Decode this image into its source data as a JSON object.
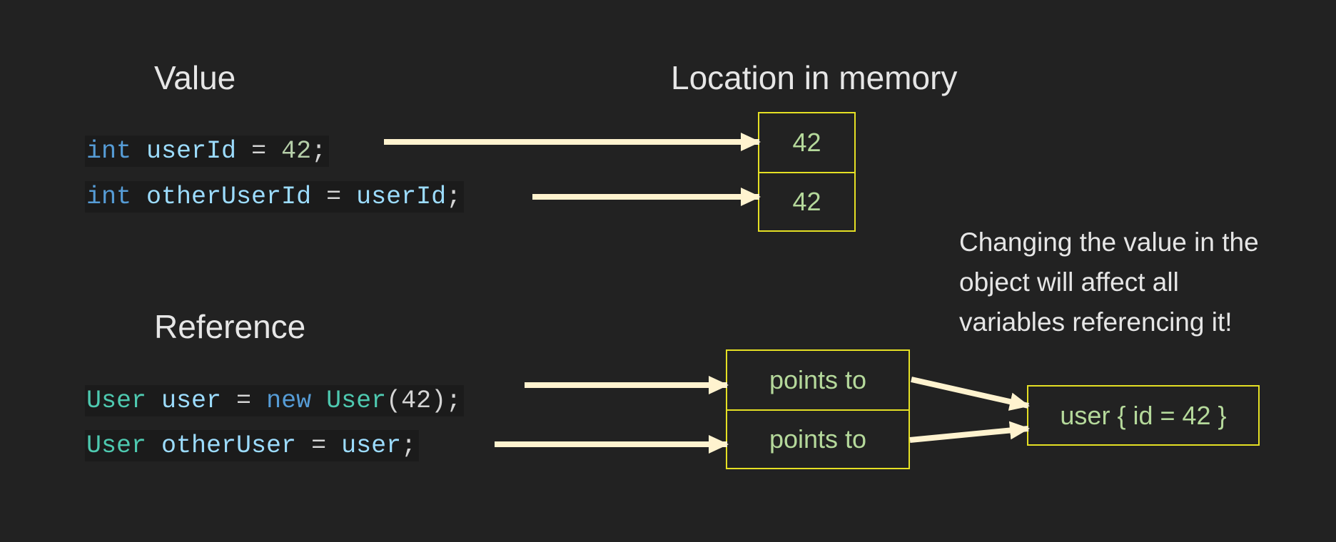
{
  "headings": {
    "value": "Value",
    "location": "Location in memory",
    "reference": "Reference"
  },
  "code": {
    "line1": {
      "t1": "int",
      "t2": " ",
      "t3": "userId",
      "t4": " = ",
      "t5": "42",
      "t6": ";"
    },
    "line2": {
      "t1": "int",
      "t2": " ",
      "t3": "otherUserId",
      "t4": " = ",
      "t5": "userId",
      "t6": ";"
    },
    "line3": {
      "t1": "User",
      "t2": " ",
      "t3": "user",
      "t4": " = ",
      "t5": "new",
      "t6": " ",
      "t7": "User",
      "t8": "(42);"
    },
    "line4": {
      "t1": "User",
      "t2": " ",
      "t3": "otherUser",
      "t4": " = ",
      "t5": "user",
      "t6": ";"
    }
  },
  "memory": {
    "cell1": "42",
    "cell2": "42"
  },
  "references": {
    "cell1": "points to",
    "cell2": "points to"
  },
  "object": {
    "label": "user { id = 42 }"
  },
  "note": {
    "lines": [
      "Changing the value in the",
      "object will affect all",
      "variables referencing it!"
    ]
  },
  "colors": {
    "background": "#222222",
    "arrow": "#fff3cf",
    "box_border": "#e5e024",
    "box_text": "#b5d99b",
    "heading": "#e6e6e6"
  }
}
